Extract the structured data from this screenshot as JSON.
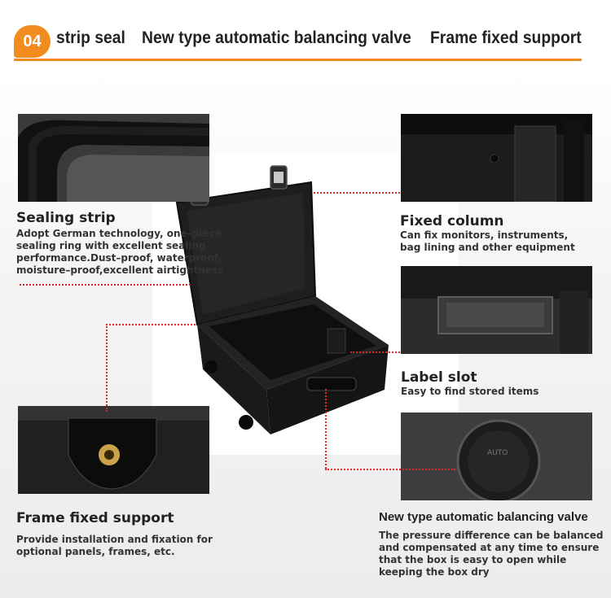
{
  "header": {
    "badge": "04",
    "items": [
      "strip seal",
      "New type automatic balancing valve",
      "Frame fixed support"
    ]
  },
  "features": {
    "sealing_strip": {
      "title": "Sealing strip",
      "lines": [
        "Adopt German technology, one–piece",
        "sealing ring with excellent sealing",
        "performance.Dust–proof, waterproof,",
        "moisture–proof,excellent airtightness"
      ]
    },
    "fixed_column": {
      "title": "Fixed column",
      "lines": [
        "Can fix monitors, instruments,",
        "bag lining and other equipment"
      ]
    },
    "label_slot": {
      "title": "Label slot",
      "lines": [
        "Easy to find stored items"
      ]
    },
    "frame_support": {
      "title": "Frame fixed support",
      "lines": [
        "Provide installation and fixation for",
        "optional panels, frames, etc."
      ]
    },
    "balancing_valve": {
      "title": "New type automatic balancing valve",
      "lines": [
        "The pressure difference can be balanced",
        "and compensated at any time to ensure",
        "that the box is easy to open while",
        "keeping the box dry"
      ],
      "valve_text": "AUTO"
    }
  },
  "colors": {
    "accent": "#f28c1e",
    "leader": "#d62b2b",
    "case": "#1b1b1b"
  }
}
